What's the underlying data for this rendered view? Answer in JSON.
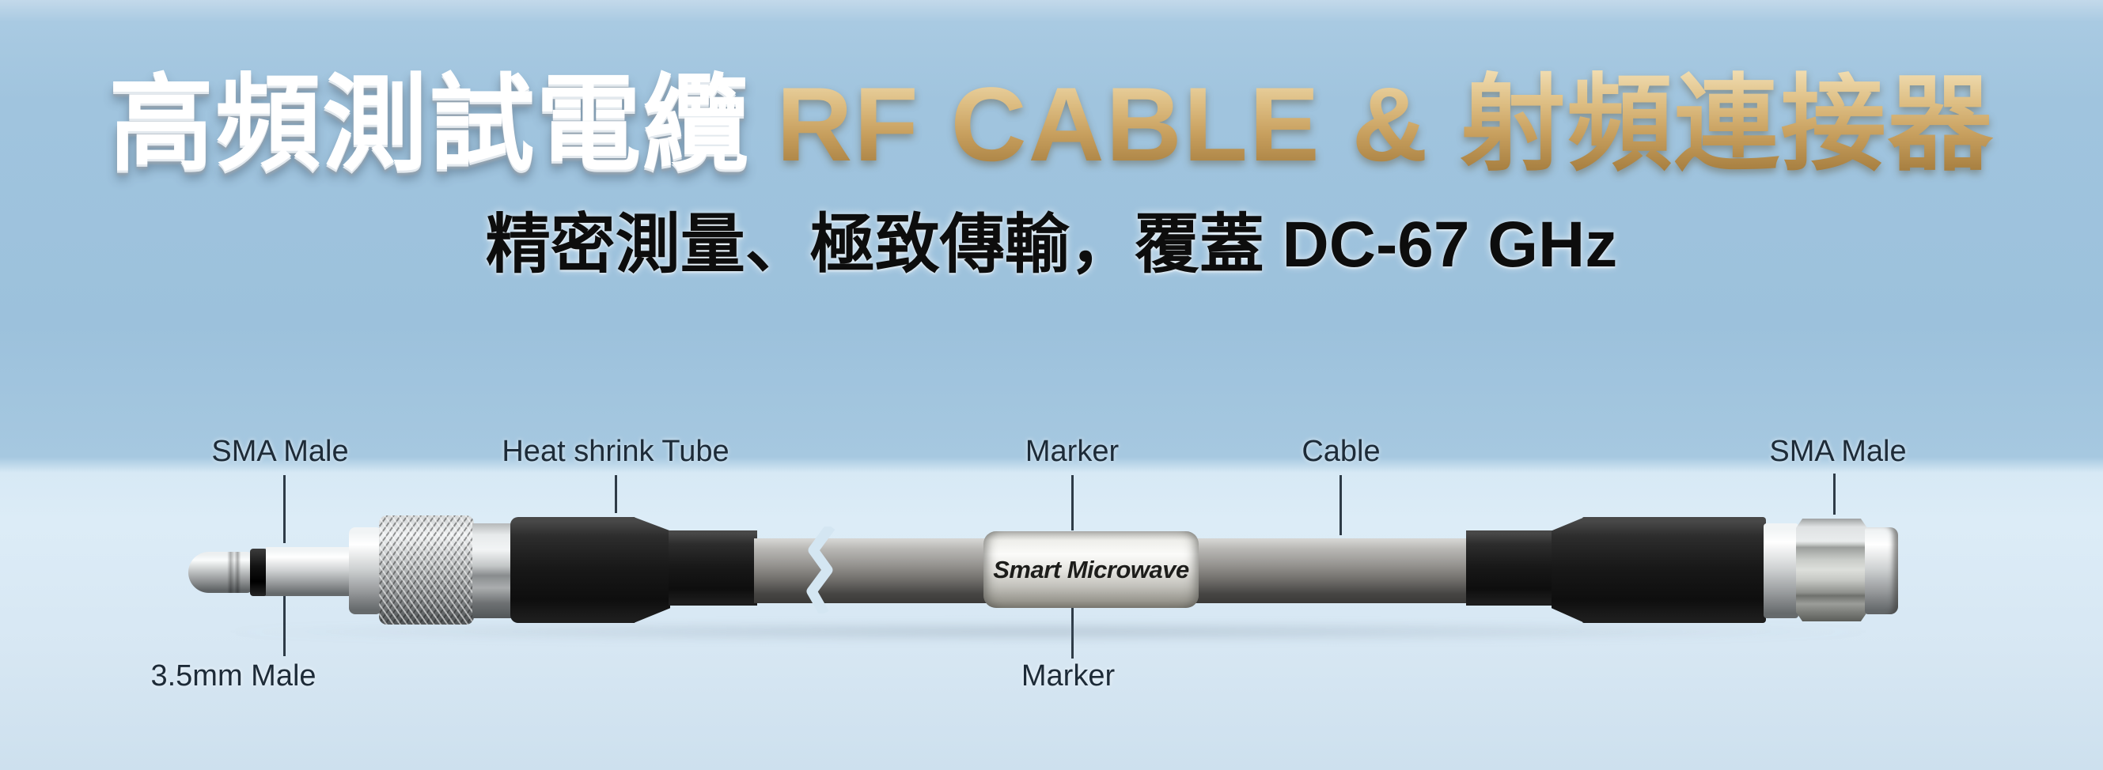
{
  "banner": {
    "title_white": "高頻測試電纜",
    "title_gold": "RF CABLE & 射頻連接器",
    "subtitle": "精密測量、極致傳輸，覆蓋 DC-67 GHz"
  },
  "diagram": {
    "top_labels": [
      {
        "text": "SMA Male"
      },
      {
        "text": "Heat shrink Tube"
      },
      {
        "text": "Marker"
      },
      {
        "text": "Cable"
      },
      {
        "text": "SMA Male"
      }
    ],
    "bottom_labels": [
      {
        "text": "3.5mm Male"
      },
      {
        "text": "Marker"
      }
    ],
    "marker_sleeve_text": "Smart Microwave"
  },
  "colors": {
    "background_top": "#9fc4de",
    "background_bottom": "#d9e9f4",
    "title_white": "#ffffff",
    "title_gold": "#c9a55f",
    "subtitle_text": "#0d0d0d",
    "label_text": "#1d2b38",
    "heat_shrink": "#181818",
    "cable_gray": "#8a8885",
    "marker_sleeve": "#e4e3df"
  }
}
